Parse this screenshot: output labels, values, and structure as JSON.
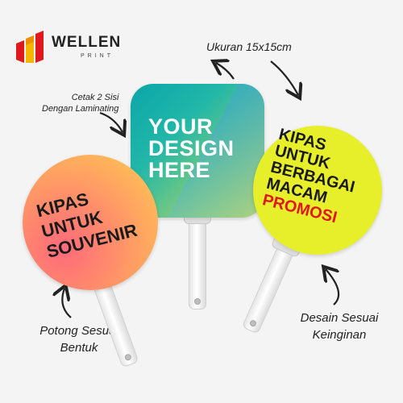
{
  "brand": {
    "name": "WELLEN",
    "sub": "PRINT",
    "colors": {
      "red": "#e0181e",
      "yellow": "#f6b500",
      "dark": "#222222"
    }
  },
  "captions": {
    "size": "Ukuran 15x15cm",
    "print_line1": "Cetak 2 Sisi",
    "print_line2": "Dengan Laminating",
    "cut_line1": "Potong Sesuai",
    "cut_line2": "Bentuk",
    "design_line1": "Desain Sesuai",
    "design_line2": "Keinginan"
  },
  "fans": {
    "square": {
      "line1": "YOUR",
      "line2": "DESIGN",
      "line3": "HERE",
      "colors": [
        "#0aa6a8",
        "#86cc7a",
        "#d7e04e"
      ]
    },
    "left": {
      "line1": "KIPAS",
      "line2": "UNTUK",
      "line3": "SOUVENIR",
      "colors": [
        "#ff6a7a",
        "#ffb45a",
        "#ffd56a"
      ]
    },
    "right": {
      "line1": "KIPAS",
      "line2": "UNTUK",
      "line3": "BERBAGAI",
      "line4": "MACAM",
      "line5": "PROMOSI",
      "colors": [
        "#e7ef2a",
        "#e0181e"
      ]
    }
  },
  "icons": [
    "arrow-icon",
    "logo-mark-icon"
  ]
}
